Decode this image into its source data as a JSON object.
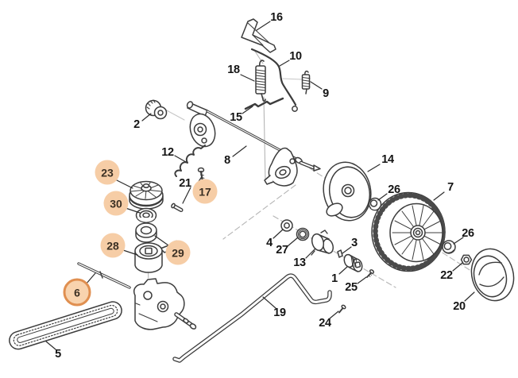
{
  "diagram": {
    "type": "exploded-parts-diagram",
    "subject": "mower drive and rear axle assembly",
    "colors": {
      "background": "#ffffff",
      "line": "#3c3c3c",
      "guide": "#b5b5b5",
      "highlight_fill": "#f6cda6",
      "highlight_ring_border": "#e08f50",
      "label_text": "#141414"
    },
    "callouts": [
      {
        "number": "16",
        "highlighted": false,
        "part": "mount-bracket"
      },
      {
        "number": "10",
        "highlighted": false,
        "part": "brake-rod"
      },
      {
        "number": "18",
        "highlighted": false,
        "part": "tension-spring-large"
      },
      {
        "number": "9",
        "highlighted": false,
        "part": "tension-spring-small"
      },
      {
        "number": "15",
        "highlighted": false,
        "part": "link-rod"
      },
      {
        "number": "2",
        "highlighted": false,
        "part": "coupling-cup"
      },
      {
        "number": "12",
        "highlighted": false,
        "part": "torsion-wire"
      },
      {
        "number": "8",
        "highlighted": false,
        "part": "long-shaft"
      },
      {
        "number": "14",
        "highlighted": false,
        "part": "cover-disc"
      },
      {
        "number": "26",
        "highlighted": false,
        "part": "bushing-left"
      },
      {
        "number": "7",
        "highlighted": false,
        "part": "wheel"
      },
      {
        "number": "26",
        "highlighted": false,
        "part": "bushing-right"
      },
      {
        "number": "22",
        "highlighted": false,
        "part": "hex-nut"
      },
      {
        "number": "20",
        "highlighted": false,
        "part": "hub-cap"
      },
      {
        "number": "21",
        "highlighted": false,
        "part": "screw"
      },
      {
        "number": "4",
        "highlighted": false,
        "part": "washer"
      },
      {
        "number": "27",
        "highlighted": false,
        "part": "bearing-small"
      },
      {
        "number": "13",
        "highlighted": false,
        "part": "ratchet-drum"
      },
      {
        "number": "3",
        "highlighted": false,
        "part": "key"
      },
      {
        "number": "1",
        "highlighted": false,
        "part": "pinion"
      },
      {
        "number": "25",
        "highlighted": false,
        "part": "screw-small"
      },
      {
        "number": "19",
        "highlighted": false,
        "part": "control-bar"
      },
      {
        "number": "24",
        "highlighted": false,
        "part": "screw-tiny"
      },
      {
        "number": "5",
        "highlighted": false,
        "part": "v-belt"
      },
      {
        "number": "23",
        "highlighted": true,
        "style": "filled",
        "part": "drive-pulley"
      },
      {
        "number": "30",
        "highlighted": true,
        "style": "filled",
        "part": "seal-washer"
      },
      {
        "number": "17",
        "highlighted": true,
        "style": "filled",
        "part": "pin"
      },
      {
        "number": "28",
        "highlighted": true,
        "style": "filled",
        "part": "clutch-housing"
      },
      {
        "number": "29",
        "highlighted": true,
        "style": "filled",
        "part": "ball-bearing"
      },
      {
        "number": "6",
        "highlighted": true,
        "style": "ring",
        "part": "axle-rod"
      }
    ]
  }
}
